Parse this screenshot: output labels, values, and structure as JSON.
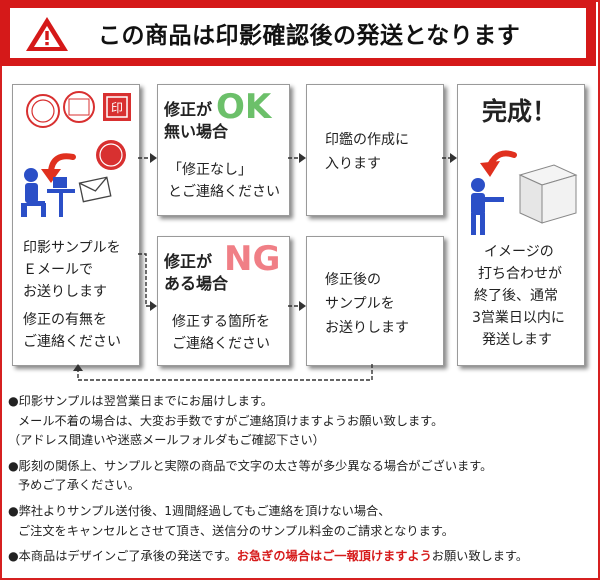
{
  "header": {
    "title": "この商品は印影確認後の発送となります",
    "warning_icon": "warning-triangle-icon"
  },
  "flow": {
    "col1": {
      "line1": "印影サンプルを",
      "line2": "Ｅメールで",
      "line3": "お送りします",
      "line4": "修正の有無を",
      "line5": "ご連絡ください"
    },
    "ok_box": {
      "heading1": "修正が",
      "heading2": "無い場合",
      "badge": "OK",
      "line1": "「修正なし」",
      "line2": "とご連絡ください"
    },
    "ok_result": {
      "line1": "印鑑の作成に",
      "line2": "入ります"
    },
    "ng_box": {
      "heading1": "修正が",
      "heading2": "ある場合",
      "badge": "NG",
      "line1": "修正する箇所を",
      "line2": "ご連絡ください"
    },
    "ng_result": {
      "line1": "修正後の",
      "line2": "サンプルを",
      "line3": "お送りします"
    },
    "done": {
      "title": "完成！",
      "line1": "イメージの",
      "line2": "打ち合わせが",
      "line3": "終了後、通常",
      "line4": "3営業日以内に",
      "line5": "発送します"
    }
  },
  "notes": {
    "n1": "●印影サンプルは翌営業日までにお届けします。",
    "n1b": "メール不着の場合は、大変お手数ですがご連絡頂けますようお願い致します。",
    "n1c": "（アドレス間違いや迷惑メールフォルダもご確認下さい）",
    "n2": "●彫刻の関係上、サンプルと実際の商品で文字の太さ等が多少異なる場合がございます。",
    "n2b": "予めご了承ください。",
    "n3": "●弊社よりサンプル送付後、1週間経過してもご連絡を頂けない場合、",
    "n3b": "ご注文をキャンセルとさせて頂き、送信分のサンプル料金のご請求となります。",
    "n4a": "●本商品はデザインご了承後の発送です。",
    "n4red": "お急ぎの場合はご一報頂けますよう",
    "n4b": "お願い致します。"
  },
  "colors": {
    "banner": "#d51919",
    "ok": "#6cc06a",
    "ng": "#f07f86",
    "accent_red": "#d61b1b",
    "person": "#2b4fc7"
  }
}
